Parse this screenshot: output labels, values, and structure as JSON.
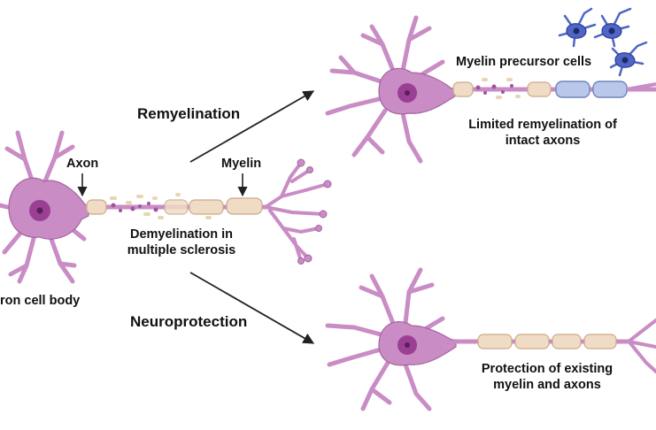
{
  "labels": {
    "cell_body": "ron cell body",
    "axon": "Axon",
    "myelin": "Myelin",
    "demyelination_line1": "Demyelination in",
    "demyelination_line2": "multiple sclerosis",
    "remyelination": "Remyelination",
    "neuroprotection": "Neuroprotection",
    "precursor_cells": "Myelin precursor cells",
    "limited_line1": "Limited remyelination of",
    "limited_line2": "intact axons",
    "protection_line1": "Protection of existing",
    "protection_line2": "myelin and axons"
  },
  "colors": {
    "neuron": "#c98cc4",
    "neuron_outline": "#a5659f",
    "nucleus": "#9b3f95",
    "nucleolus": "#5a1f56",
    "myelin": "#f0dcc4",
    "myelin_outline": "#c9a98a",
    "debris": "#e9d4b4",
    "debris_dark": "#a3529e",
    "new_myelin": "#b9c8ea",
    "new_myelin_outline": "#6f84bd",
    "precursor": "#4f66c7",
    "precursor_outline": "#2d3f91",
    "arrow": "#222222"
  }
}
